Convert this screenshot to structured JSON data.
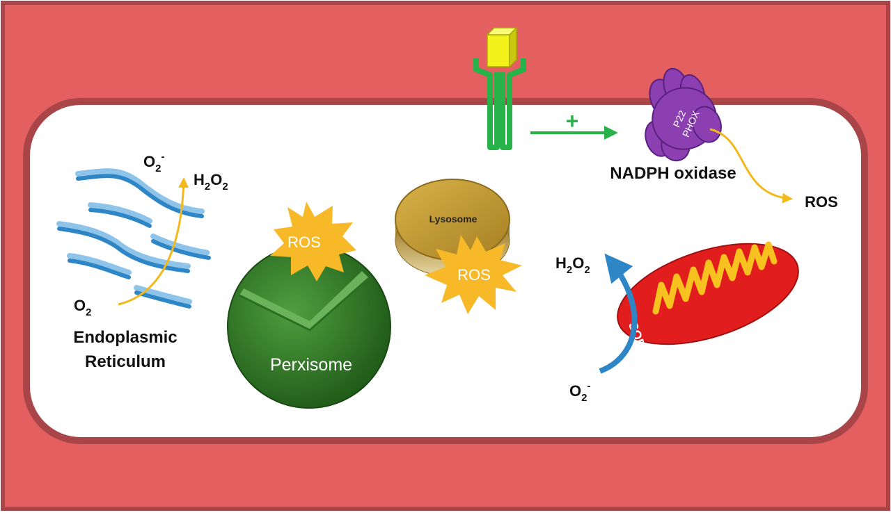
{
  "colors": {
    "background_outer": "#e45f5f",
    "cell_border": "#a94548",
    "cytoplasm": "#ffffff",
    "er_membrane": "#2f86c6",
    "er_membrane_light": "#8fc4ea",
    "peroxisome": "#3d8a2f",
    "lysosome": "#c9a138",
    "ros_burst": "#f7b928",
    "receptor": "#27b24a",
    "ligand": "#f3f21a",
    "nadph_oxidase": "#8b3fb0",
    "mitochondrion": "#e21d1d",
    "mito_cristae": "#f7c21f",
    "sod_arrow": "#2f86c6",
    "flow_arrow": "#f2b91c"
  },
  "er": {
    "label_line1": "Endoplasmic",
    "label_line2": "Reticulum",
    "input_o2": {
      "base": "O",
      "sub": "2",
      "sup": ""
    },
    "output_superoxide": {
      "base": "O",
      "sub": "2",
      "sup": "-"
    },
    "output_h2o2": {
      "h": "H",
      "hsub": "2",
      "o": "O",
      "osub": "2"
    }
  },
  "peroxisome": {
    "label": "Perxisome",
    "ros": "ROS"
  },
  "lysosome": {
    "label": "Lysosome",
    "ros": "ROS"
  },
  "receptor": {
    "activation_symbol": "+"
  },
  "nadph": {
    "label": "NADPH oxidase",
    "subunit_line1": "P22",
    "subunit_line2": "PHOX",
    "ros": "ROS"
  },
  "mitochondrion": {
    "enzyme": "SOD",
    "input_superoxide": {
      "base": "O",
      "sub": "2",
      "sup": "-"
    },
    "output_h2o2": {
      "h": "H",
      "hsub": "2",
      "o": "O",
      "osub": "2"
    }
  }
}
